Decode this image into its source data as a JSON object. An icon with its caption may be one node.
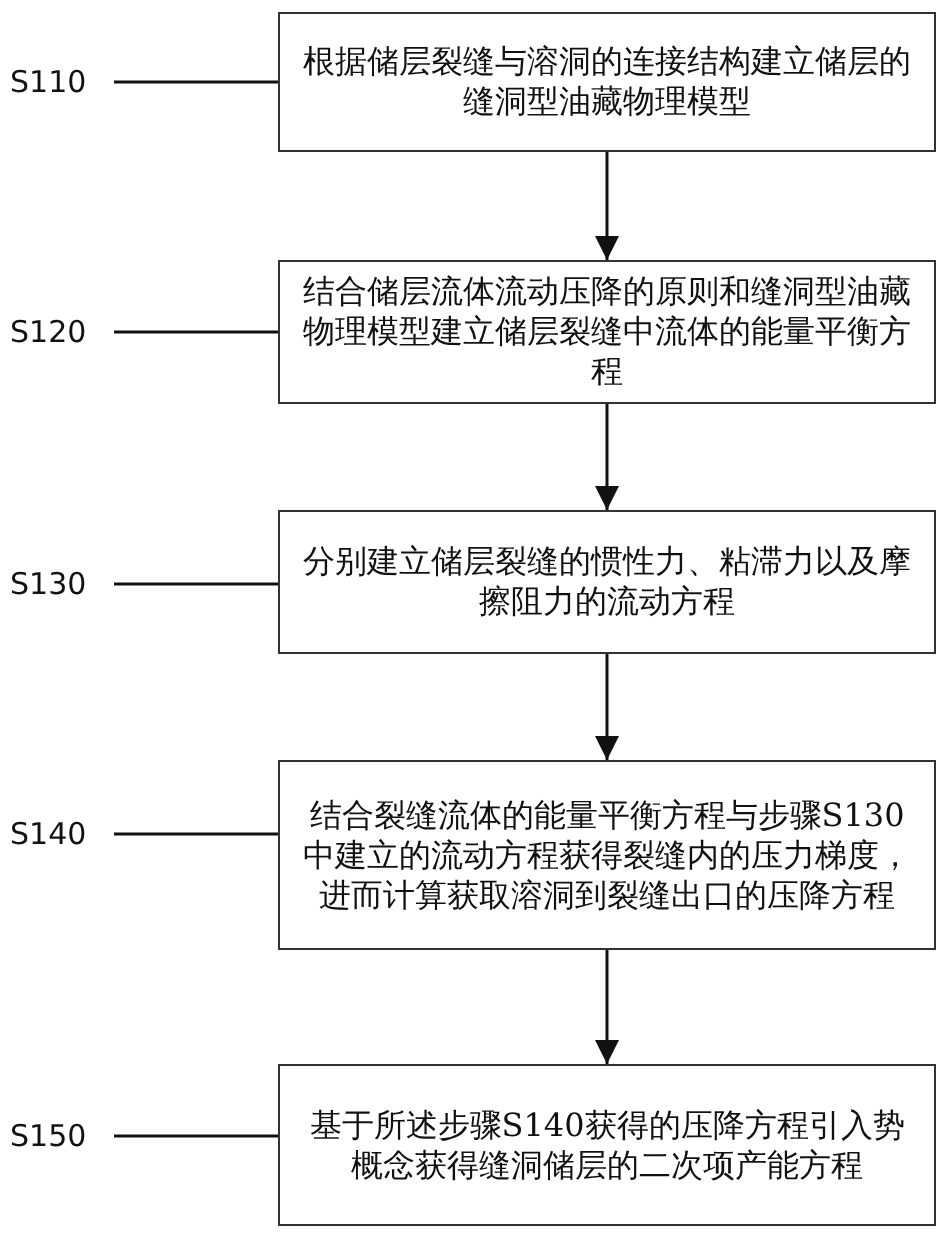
{
  "diagram": {
    "nodes": [
      {
        "text": [
          "S110"
        ]
      },
      {
        "text": [
          "根据储层裂缝与溶洞的连接结构建立储层的缝洞型油藏物理模型"
        ]
      },
      {
        "text": [
          "S120"
        ]
      },
      {
        "text": [
          "结合储层流体流动压降的原则和缝洞型油藏物理模型建立储层裂缝中流体的能量平衡方程"
        ]
      },
      {
        "text": [
          "S130"
        ]
      },
      {
        "text": [
          "分别建立储层裂缝的惯性力、粘滞力以及摩擦阻力的流动方程"
        ]
      },
      {
        "text": [
          "S140"
        ]
      },
      {
        "text": [
          "结合裂缝流体的能量平衡方程与步骤S130中建立的流动方程获得裂缝内的压力梯度，进而计算获取溶洞到裂缝出口的压降方程"
        ]
      },
      {
        "text": [
          "S150"
        ]
      },
      {
        "text": [
          "基于所述步骤S140获得的压降方程引入势概念获得缝洞储层的二次项产能方程"
        ]
      }
    ],
    "edges": [
      {
        "from": 0,
        "to": 1,
        "arrow": "none"
      },
      {
        "from": 2,
        "to": 3,
        "arrow": "none"
      },
      {
        "from": 4,
        "to": 5,
        "arrow": "none"
      },
      {
        "from": 6,
        "to": 7,
        "arrow": "none"
      },
      {
        "from": 8,
        "to": 9,
        "arrow": "none"
      },
      {
        "from": 1,
        "to": 3,
        "arrow": "to"
      },
      {
        "from": 3,
        "to": 5,
        "arrow": "to"
      },
      {
        "from": 5,
        "to": 7,
        "arrow": "to"
      },
      {
        "from": 7,
        "to": 9,
        "arrow": "to"
      }
    ]
  }
}
